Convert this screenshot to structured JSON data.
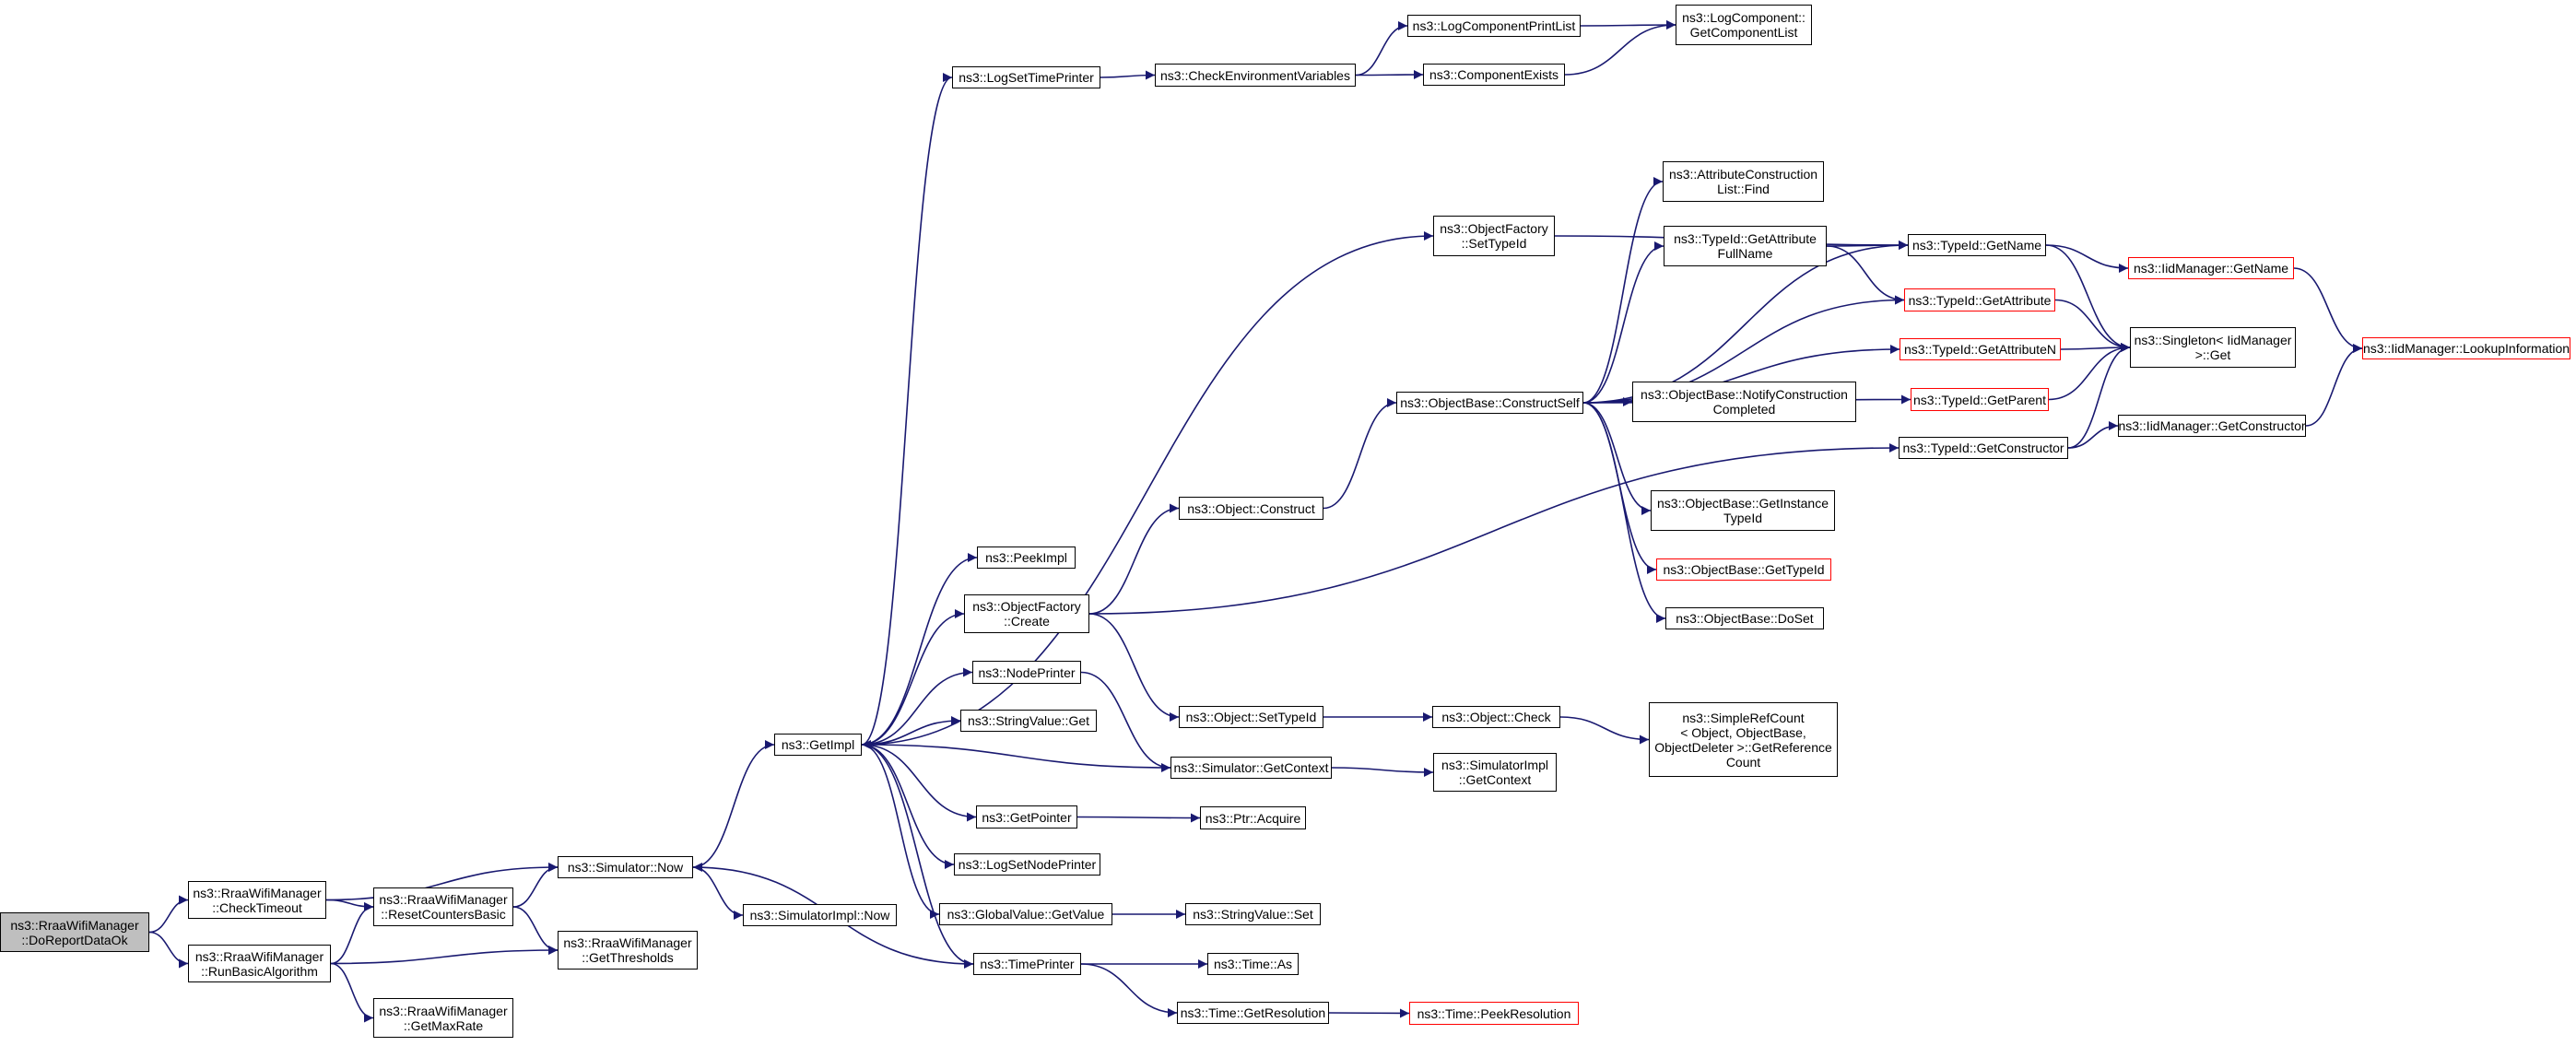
{
  "colors": {
    "edge": "#191970",
    "node_border": "#000000",
    "truncated_border": "#ff0000",
    "root_fill": "#bfbfbf"
  },
  "nodes": [
    {
      "id": "root",
      "label": "ns3::RraaWifiManager\n::DoReportDataOk",
      "kind": "root"
    },
    {
      "id": "checktimeout",
      "label": "ns3::RraaWifiManager\n::CheckTimeout"
    },
    {
      "id": "runbasic",
      "label": "ns3::RraaWifiManager\n::RunBasicAlgorithm"
    },
    {
      "id": "resetcounters",
      "label": "ns3::RraaWifiManager\n::ResetCountersBasic"
    },
    {
      "id": "getmaxrate",
      "label": "ns3::RraaWifiManager\n::GetMaxRate"
    },
    {
      "id": "getthresholds",
      "label": "ns3::RraaWifiManager\n::GetThresholds"
    },
    {
      "id": "simnow",
      "label": "ns3::Simulator::Now"
    },
    {
      "id": "simimplnow",
      "label": "ns3::SimulatorImpl::Now"
    },
    {
      "id": "getimpl",
      "label": "ns3::GetImpl"
    },
    {
      "id": "logsettimeprinter",
      "label": "ns3::LogSetTimePrinter"
    },
    {
      "id": "peekimpl",
      "label": "ns3::PeekImpl"
    },
    {
      "id": "ofcreate",
      "label": "ns3::ObjectFactory\n::Create"
    },
    {
      "id": "nodeprinter",
      "label": "ns3::NodePrinter"
    },
    {
      "id": "stringvalueget",
      "label": "ns3::StringValue::Get"
    },
    {
      "id": "getpointer",
      "label": "ns3::GetPointer"
    },
    {
      "id": "logsetnodeprinter",
      "label": "ns3::LogSetNodePrinter"
    },
    {
      "id": "gvgetvalue",
      "label": "ns3::GlobalValue::GetValue"
    },
    {
      "id": "timeprinter",
      "label": "ns3::TimePrinter"
    },
    {
      "id": "checkenv",
      "label": "ns3::CheckEnvironmentVariables"
    },
    {
      "id": "logcompprintlist",
      "label": "ns3::LogComponentPrintList"
    },
    {
      "id": "componentexists",
      "label": "ns3::ComponentExists"
    },
    {
      "id": "logcompgetlist",
      "label": "ns3::LogComponent::\nGetComponentList"
    },
    {
      "id": "ofsettypeid",
      "label": "ns3::ObjectFactory\n::SetTypeId"
    },
    {
      "id": "objconstruct",
      "label": "ns3::Object::Construct"
    },
    {
      "id": "objsettypeid",
      "label": "ns3::Object::SetTypeId"
    },
    {
      "id": "simgetcontext",
      "label": "ns3::Simulator::GetContext"
    },
    {
      "id": "ptracquire",
      "label": "ns3::Ptr::Acquire"
    },
    {
      "id": "stringvalueset",
      "label": "ns3::StringValue::Set"
    },
    {
      "id": "timeas",
      "label": "ns3::Time::As"
    },
    {
      "id": "timegetres",
      "label": "ns3::Time::GetResolution"
    },
    {
      "id": "timepeekres",
      "label": "ns3::Time::PeekResolution",
      "kind": "truncated"
    },
    {
      "id": "objbaseconstructself",
      "label": "ns3::ObjectBase::ConstructSelf"
    },
    {
      "id": "objcheck",
      "label": "ns3::Object::Check"
    },
    {
      "id": "simimplgetcontext",
      "label": "ns3::SimulatorImpl\n::GetContext"
    },
    {
      "id": "attrconstrfind",
      "label": "ns3::AttributeConstruction\nList::Find"
    },
    {
      "id": "typeidgetattrfullname",
      "label": "ns3::TypeId::GetAttribute\nFullName"
    },
    {
      "id": "objbasenotify",
      "label": "ns3::ObjectBase::NotifyConstruction\nCompleted"
    },
    {
      "id": "objbasegetinstance",
      "label": "ns3::ObjectBase::GetInstance\nTypeId"
    },
    {
      "id": "objbasegettypeid",
      "label": "ns3::ObjectBase::GetTypeId",
      "kind": "truncated"
    },
    {
      "id": "objbasedoset",
      "label": "ns3::ObjectBase::DoSet"
    },
    {
      "id": "simplerefcount",
      "label": "ns3::SimpleRefCount\n< Object, ObjectBase,\nObjectDeleter >::GetReference\nCount"
    },
    {
      "id": "typeidgetname",
      "label": "ns3::TypeId::GetName"
    },
    {
      "id": "typeidgetattr",
      "label": "ns3::TypeId::GetAttribute",
      "kind": "truncated"
    },
    {
      "id": "typeidgetattrn",
      "label": "ns3::TypeId::GetAttributeN",
      "kind": "truncated"
    },
    {
      "id": "typeidgetparent",
      "label": "ns3::TypeId::GetParent",
      "kind": "truncated"
    },
    {
      "id": "typeidgetconstructor",
      "label": "ns3::TypeId::GetConstructor"
    },
    {
      "id": "iidmgrgetname",
      "label": "ns3::IidManager::GetName",
      "kind": "truncated"
    },
    {
      "id": "singletonget",
      "label": "ns3::Singleton< IidManager\n>::Get"
    },
    {
      "id": "iidmgrgetconstructor",
      "label": "ns3::IidManager::GetConstructor"
    },
    {
      "id": "iidmgrlookup",
      "label": "ns3::IidManager::LookupInformation",
      "kind": "truncated"
    }
  ],
  "edges": [
    [
      "root",
      "checktimeout"
    ],
    [
      "root",
      "runbasic"
    ],
    [
      "checktimeout",
      "simnow"
    ],
    [
      "checktimeout",
      "resetcounters"
    ],
    [
      "runbasic",
      "resetcounters"
    ],
    [
      "runbasic",
      "getthresholds"
    ],
    [
      "runbasic",
      "getmaxrate"
    ],
    [
      "resetcounters",
      "simnow"
    ],
    [
      "resetcounters",
      "getthresholds"
    ],
    [
      "simnow",
      "getimpl"
    ],
    [
      "simnow",
      "simimplnow"
    ],
    [
      "getimpl",
      "logsettimeprinter"
    ],
    [
      "getimpl",
      "ofsettypeid"
    ],
    [
      "getimpl",
      "peekimpl"
    ],
    [
      "getimpl",
      "ofcreate"
    ],
    [
      "getimpl",
      "nodeprinter"
    ],
    [
      "getimpl",
      "stringvalueget"
    ],
    [
      "getimpl",
      "getpointer"
    ],
    [
      "getimpl",
      "logsetnodeprinter"
    ],
    [
      "getimpl",
      "gvgetvalue"
    ],
    [
      "getimpl",
      "timeprinter"
    ],
    [
      "logsettimeprinter",
      "checkenv"
    ],
    [
      "checkenv",
      "logcompprintlist"
    ],
    [
      "checkenv",
      "componentexists"
    ],
    [
      "logcompprintlist",
      "logcompgetlist"
    ],
    [
      "componentexists",
      "logcompgetlist"
    ],
    [
      "ofsettypeid",
      "typeidgetname"
    ],
    [
      "ofcreate",
      "objconstruct"
    ],
    [
      "ofcreate",
      "objsettypeid"
    ],
    [
      "ofcreate",
      "typeidgetconstructor"
    ],
    [
      "objconstruct",
      "objbaseconstructself"
    ],
    [
      "objsettypeid",
      "objcheck"
    ],
    [
      "objcheck",
      "simplerefcount"
    ],
    [
      "nodeprinter",
      "simgetcontext"
    ],
    [
      "simgetcontext",
      "getimpl"
    ],
    [
      "simgetcontext",
      "simimplgetcontext"
    ],
    [
      "getpointer",
      "ptracquire"
    ],
    [
      "gvgetvalue",
      "stringvalueset"
    ],
    [
      "timeprinter",
      "simnow"
    ],
    [
      "timeprinter",
      "timeas"
    ],
    [
      "timeprinter",
      "timegetres"
    ],
    [
      "timegetres",
      "timepeekres"
    ],
    [
      "objbaseconstructself",
      "typeidgetname"
    ],
    [
      "objbaseconstructself",
      "attrconstrfind"
    ],
    [
      "objbaseconstructself",
      "typeidgetattrfullname"
    ],
    [
      "objbaseconstructself",
      "typeidgetattr"
    ],
    [
      "objbaseconstructself",
      "typeidgetattrn"
    ],
    [
      "objbaseconstructself",
      "typeidgetparent"
    ],
    [
      "objbaseconstructself",
      "objbasenotify"
    ],
    [
      "objbaseconstructself",
      "objbasegetinstance"
    ],
    [
      "objbaseconstructself",
      "objbasegettypeid"
    ],
    [
      "objbaseconstructself",
      "objbasedoset"
    ],
    [
      "typeidgetattrfullname",
      "typeidgetname"
    ],
    [
      "typeidgetattrfullname",
      "typeidgetattr"
    ],
    [
      "typeidgetname",
      "iidmgrgetname"
    ],
    [
      "typeidgetname",
      "singletonget"
    ],
    [
      "typeidgetattr",
      "singletonget"
    ],
    [
      "typeidgetattrn",
      "singletonget"
    ],
    [
      "typeidgetparent",
      "singletonget"
    ],
    [
      "typeidgetconstructor",
      "singletonget"
    ],
    [
      "typeidgetconstructor",
      "iidmgrgetconstructor"
    ],
    [
      "iidmgrgetname",
      "iidmgrlookup"
    ],
    [
      "iidmgrgetconstructor",
      "iidmgrlookup"
    ]
  ]
}
